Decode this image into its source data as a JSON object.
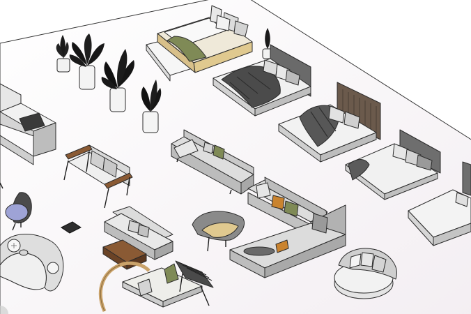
{
  "scene": {
    "view": "isometric",
    "background": "#ffffff",
    "floor_tint": "#f4eff3",
    "line_color": "#2b2b2b",
    "fabric_gray": "#d7d7d7",
    "dark_gray": "#5a5a5a",
    "accent_olive": "#7f8a56",
    "accent_orange": "#c9832f",
    "accent_wood": "#8a5a34",
    "accent_lavender": "#9ea3d6",
    "objects": [
      "potted-plants",
      "daybed-with-olive-throw",
      "platform-bed-dark-headboard",
      "bed-tall-tufted-headboard",
      "low-bed-with-pillows",
      "low-platform-bed",
      "sofa-left-partial",
      "wood-frame-armchair-sofa",
      "grey-three-seat-sofa",
      "corner-sectional-sofa",
      "lounge-chair-lavender",
      "curved-sofa",
      "small-rug-square",
      "loveseat-with-side-table",
      "hanging-swing-seat",
      "swing-bench-with-arch-frame",
      "round-daybed"
    ]
  }
}
